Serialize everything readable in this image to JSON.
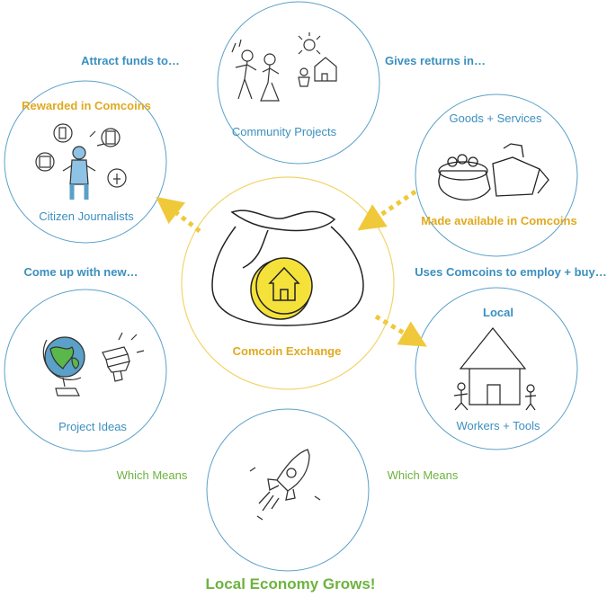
{
  "center": {
    "label": "Comcoin Exchange"
  },
  "nodes": {
    "community": {
      "label": "Community Projects"
    },
    "goods": {
      "label": "Goods + Services",
      "sublabel": "Made available in Comcoins"
    },
    "local": {
      "header": "Local",
      "label": "Workers + Tools"
    },
    "rocket": {
      "label": "Local Economy Grows!"
    },
    "ideas": {
      "label": "Project Ideas"
    },
    "journalists": {
      "label": "Citizen Journalists",
      "header": "Rewarded in Comcoins"
    }
  },
  "connectors": {
    "attract": "Attract funds to…",
    "returns": "Gives returns in…",
    "uses": "Uses Comcoins to employ + buy…",
    "which_left": "Which Means",
    "which_right": "Which Means",
    "come_up": "Come up with new…"
  },
  "colors": {
    "circle": "#5aa0c8",
    "center_circle": "#f2d46a",
    "blue_text": "#3b8fbf",
    "gold_text": "#e0a91f",
    "green_text": "#6db33f",
    "arrow": "#efc93a",
    "coin": "#f4e23a"
  }
}
